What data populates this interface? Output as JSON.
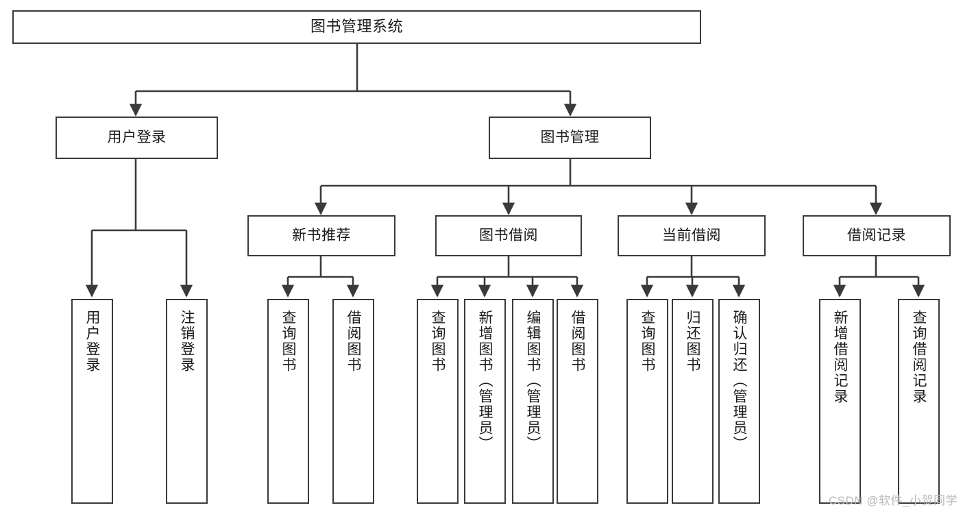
{
  "diagram": {
    "type": "tree-hierarchy-chart",
    "title": "图书管理系统",
    "line_color": "#3a3a3a",
    "box_fill": "#ffffff",
    "text_color": "#1b1b1b",
    "root": {
      "label": "图书管理系统"
    },
    "level2": [
      {
        "id": "user-login",
        "label": "用户登录"
      },
      {
        "id": "book-manage",
        "label": "图书管理"
      }
    ],
    "level3": [
      {
        "id": "new-book-recommend",
        "label": "新书推荐"
      },
      {
        "id": "book-borrow",
        "label": "图书借阅"
      },
      {
        "id": "current-borrow",
        "label": "当前借阅"
      },
      {
        "id": "borrow-record",
        "label": "借阅记录"
      }
    ],
    "leaves": {
      "user_login": [
        {
          "id": "leaf-user-login",
          "label": "用户登录"
        },
        {
          "id": "leaf-logout-login",
          "label": "注销登录"
        }
      ],
      "new_book_recommend": [
        {
          "id": "leaf-query-book-1",
          "label": "查询图书"
        },
        {
          "id": "leaf-borrow-book-1",
          "label": "借阅图书"
        }
      ],
      "book_borrow": [
        {
          "id": "leaf-query-book-2",
          "label": "查询图书"
        },
        {
          "id": "leaf-add-book",
          "label": "新增图书（管理员）"
        },
        {
          "id": "leaf-edit-book",
          "label": "编辑图书（管理员）"
        },
        {
          "id": "leaf-borrow-book-2",
          "label": "借阅图书"
        }
      ],
      "current_borrow": [
        {
          "id": "leaf-query-book-3",
          "label": "查询图书"
        },
        {
          "id": "leaf-return-book",
          "label": "归还图书"
        },
        {
          "id": "leaf-confirm-return",
          "label": "确认归还（管理员）"
        }
      ],
      "borrow_record": [
        {
          "id": "leaf-add-record",
          "label": "新增借阅记录"
        },
        {
          "id": "leaf-query-record",
          "label": "查询借阅记录"
        }
      ]
    }
  },
  "watermark": {
    "text": "CSDN @软件_小贺同学"
  }
}
